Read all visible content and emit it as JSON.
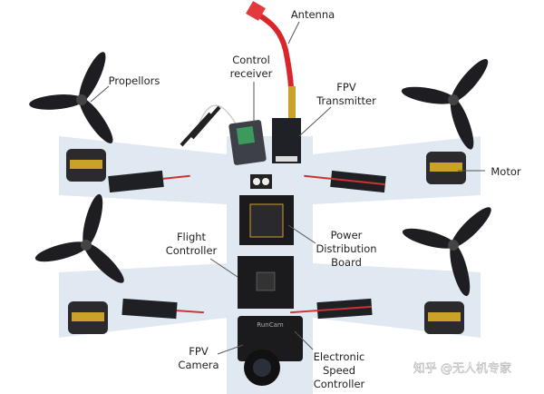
{
  "labels": {
    "antenna": "Antenna",
    "control_receiver": [
      "Control",
      "receiver"
    ],
    "fpv_transmitter": [
      "FPV",
      "Transmitter"
    ],
    "propellors": "Propellors",
    "motor": "Motor",
    "power_distribution_board": [
      "Power",
      "Distribution",
      "Board"
    ],
    "flight_controller": [
      "Flight",
      "Controller"
    ],
    "fpv_camera": [
      "FPV",
      "Camera"
    ],
    "electronic_speed_controller": [
      "Electronic",
      "Speed",
      "Controller"
    ]
  },
  "camera_brand": "RunCam",
  "watermark": "知乎 @无人机专家",
  "colors": {
    "frame": "#dfe8f2",
    "antenna": "#d8262c",
    "component_dark": "#1e1e22",
    "motor_accent": "#c9a227",
    "board_green": "#3a8a4a"
  }
}
